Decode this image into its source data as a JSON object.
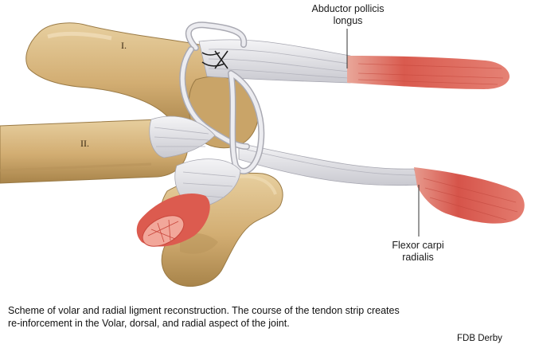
{
  "labels": {
    "abductor_line1": "Abductor pollicis",
    "abductor_line2": "longus",
    "flexor_line1": "Flexor carpi",
    "flexor_line2": "radialis",
    "bone_I": "I.",
    "bone_II": "II."
  },
  "caption": {
    "line1": "Scheme of volar and radial ligment reconstruction. The course of the tendon strip creates",
    "line2": "re-inforcement in the Volar, dorsal, and radial aspect of the joint."
  },
  "credit": "FDB Derby",
  "colors": {
    "bone": "#d4b27a",
    "bone_shadow": "#a88449",
    "tendon": "#e6e6ea",
    "muscle": "#d8574b",
    "background": "#ffffff"
  }
}
